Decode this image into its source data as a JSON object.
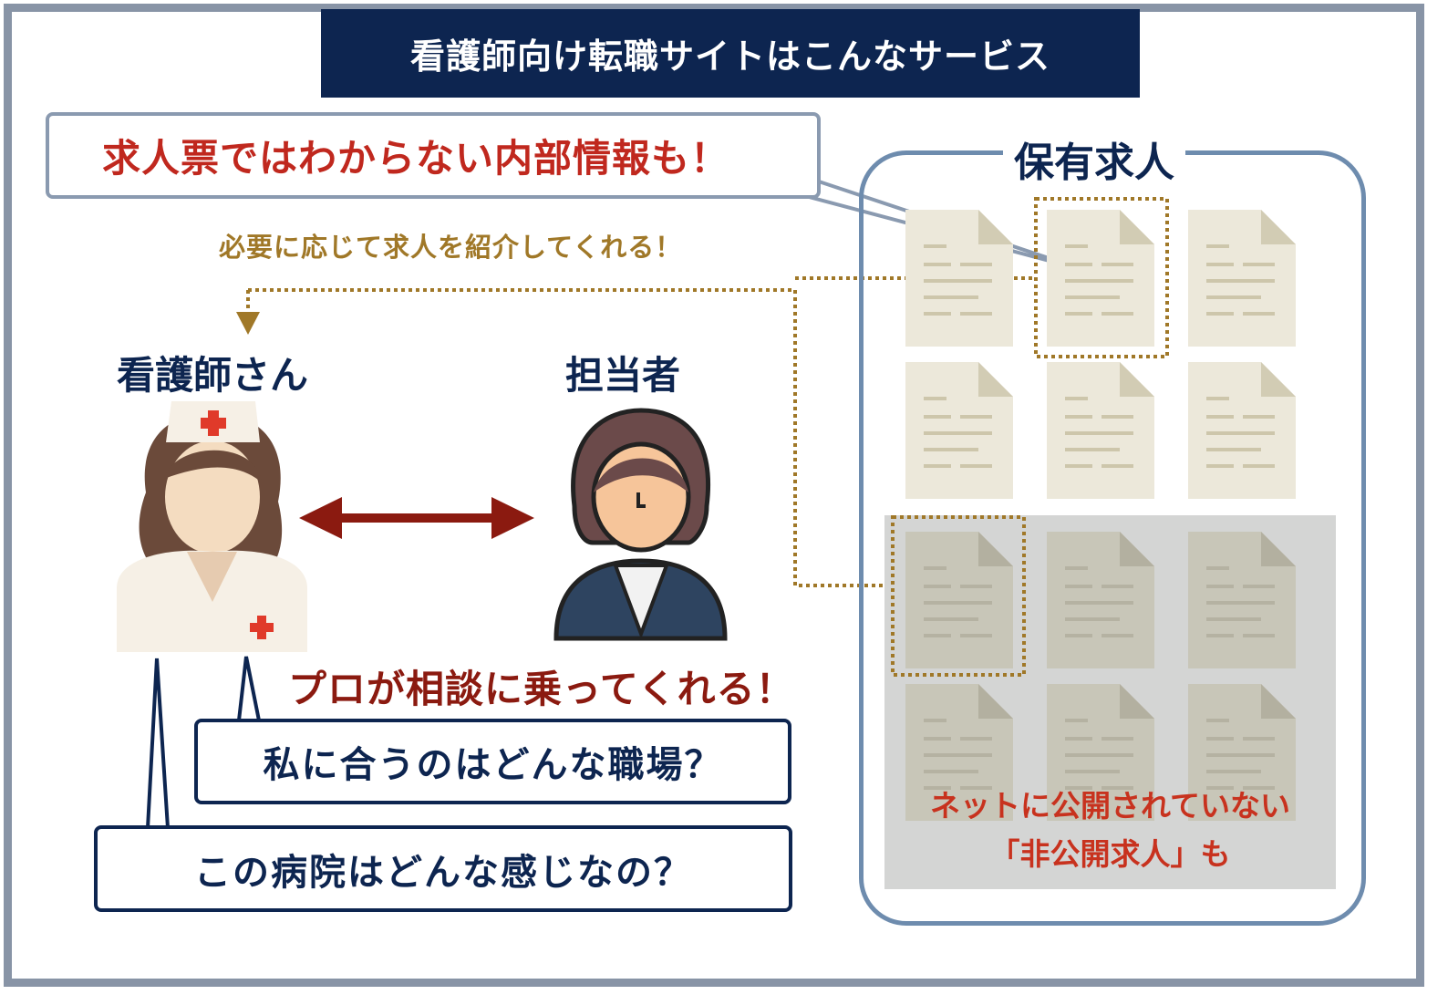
{
  "title": "看護師向け転職サイトはこんなサービス",
  "callout": "求人票ではわからない内部情報も！",
  "introduce": "必要に応じて求人を紹介してくれる！",
  "nurse_label": "看護師さん",
  "staff_label": "担当者",
  "pro_text": "プロが相談に乗ってくれる！",
  "bubble1": "私に合うのはどんな職場？",
  "bubble2": "この病院はどんな感じなの？",
  "panel": {
    "title": "保有求人",
    "hidden_line1": "ネットに公開されていない",
    "hidden_line2": "「非公開求人」も"
  },
  "colors": {
    "navy": "#0d2550",
    "red": "#c0281e",
    "darkred": "#8b1a10",
    "gold": "#a07828",
    "panel": "#6e8cae"
  }
}
